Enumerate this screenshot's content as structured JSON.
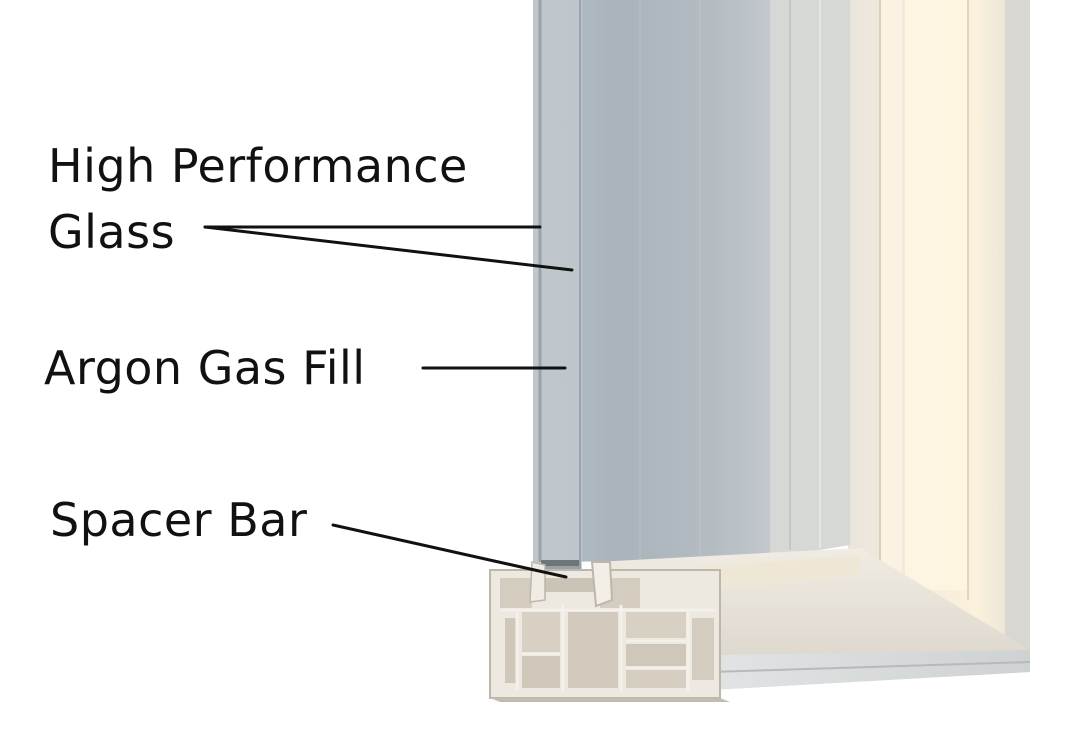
{
  "labels": {
    "glass_line1": "High Performance",
    "glass_line2": "Glass",
    "argon": "Argon Gas Fill",
    "spacer": "Spacer Bar"
  },
  "colors": {
    "background": "#ffffff",
    "label_text": "#111111",
    "leader_line": "#111111",
    "glass_tint": "#aeb8c0",
    "frame_vinyl": "#e6e0d6",
    "frame_shadow": "#c9c2b6",
    "warm_highlight": "#f6ead2"
  }
}
